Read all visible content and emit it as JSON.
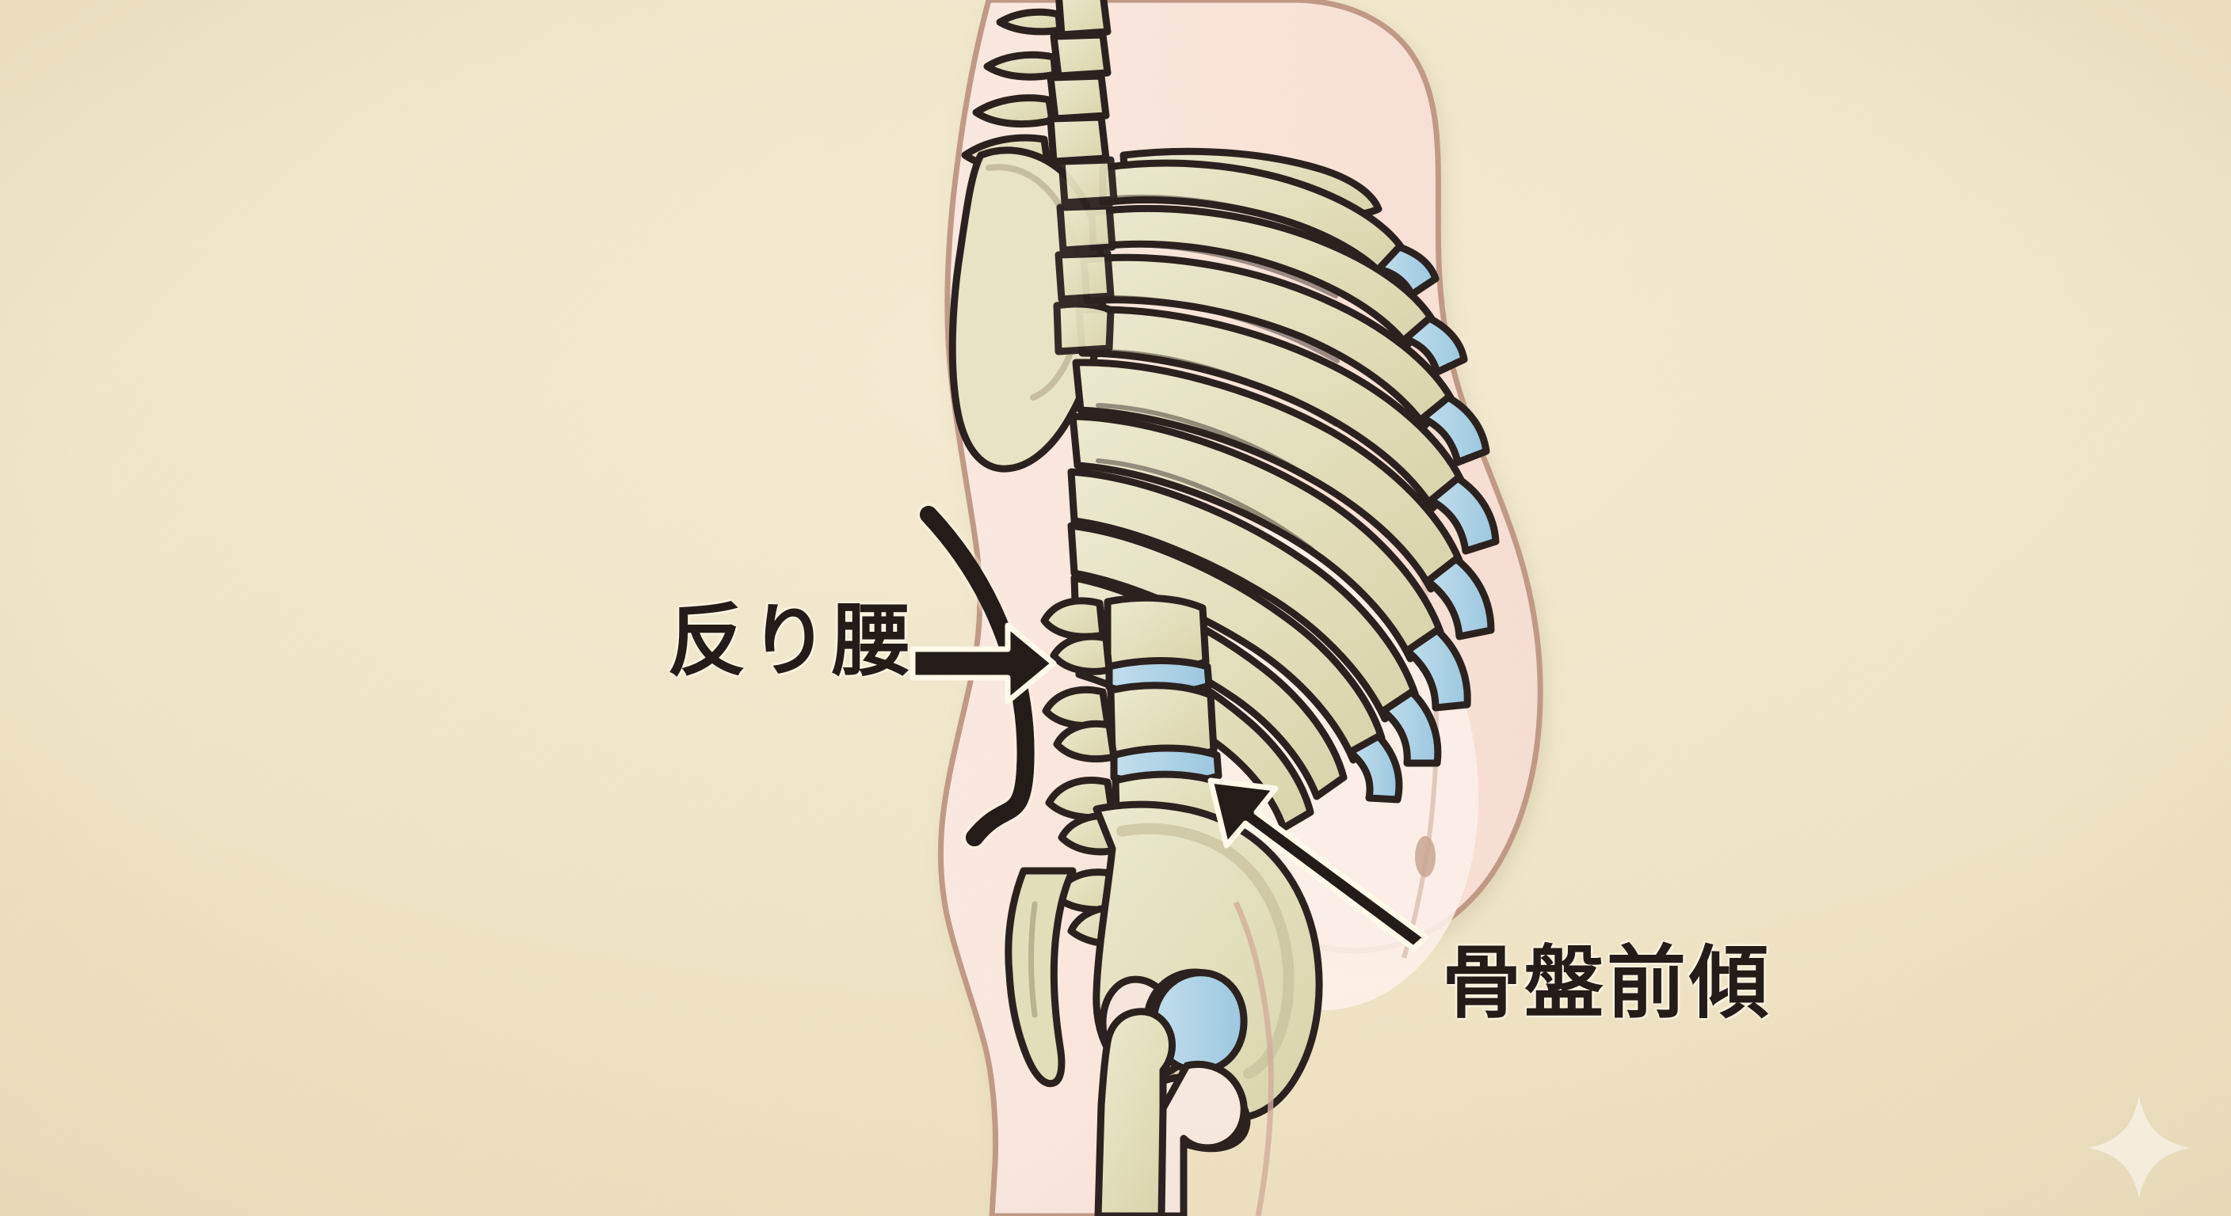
{
  "figure": {
    "title": "Lateral view of human torso skeleton showing swayback posture",
    "view": "right lateral (sagittal) view",
    "background_color": "#f1e7cb",
    "body_fill": "#fae4db",
    "body_outline": "#c19a86",
    "bone_fill": "#e4e1be",
    "bone_outline": "#2b2220",
    "cartilage_color": "#a9cfe3",
    "annotation_color": "#241c18"
  },
  "annotations": [
    {
      "id": "swayback",
      "label": "反り腰",
      "reading": "sorikoshi",
      "meaning": "swayback / hyperlordosis",
      "arrow": "arrow-right",
      "points_to": "lumbar-curve-arc"
    },
    {
      "id": "pelvic-tilt",
      "label": "骨盤前傾",
      "reading": "kotsuban zenkei",
      "meaning": "anterior pelvic tilt",
      "arrow": "arrow-up-left",
      "points_to": "lumbosacral-junction"
    }
  ],
  "anatomy": {
    "cervical_vertebrae": "cervical spine",
    "scapula": "scapula",
    "clavicle": "clavicle",
    "ribs": "rib cage",
    "costal_cartilage": "costal cartilage",
    "thoracic_vertebrae": "thoracic spine",
    "lumbar_vertebrae": "lumbar spine",
    "intervertebral_discs": "intervertebral discs",
    "sacrum": "sacrum",
    "coccyx": "coccyx",
    "ilium": "ilium",
    "pubis": "pubis",
    "femur": "femur",
    "femoral_head": "femoral head",
    "abdomen": "protruding abdomen",
    "navel": "navel"
  },
  "watermark": {
    "icon": "sparkle-icon",
    "color": "#fbf6e6"
  }
}
